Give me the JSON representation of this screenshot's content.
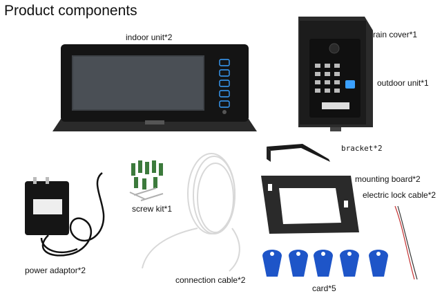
{
  "heading": "Product components",
  "labels": {
    "indoor_unit": "indoor unit*2",
    "rain_cover": "rain cover*1",
    "outdoor_unit": "outdoor unit*1",
    "bracket": "bracket*2",
    "mounting_board": "mounting board*2",
    "electric_lock_cable": "electric lock cable*2",
    "screw_kit": "screw kit*1",
    "power_adaptor": "power adaptor*2",
    "connection_cable": "connection cable*2",
    "card": "card*5"
  },
  "colors": {
    "screen_body": "#111111",
    "touch_icons": "#3aa0ff",
    "card_blue": "#1e55c8",
    "anchor_green": "#3c7a3c"
  }
}
